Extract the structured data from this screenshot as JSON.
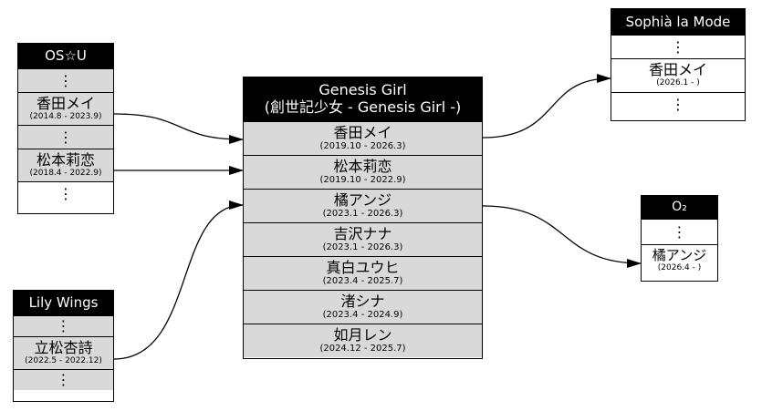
{
  "groups": {
    "genesis_girl": {
      "title_line1": "Genesis Girl",
      "title_line2": "(創世記少女 - Genesis Girl -)",
      "members": [
        {
          "name": "香田メイ",
          "period": "(2019.10 - 2026.3)"
        },
        {
          "name": "松本莉恋",
          "period": "(2019.10 - 2022.9)"
        },
        {
          "name": "橘アンジ",
          "period": "(2023.1 - 2026.3)"
        },
        {
          "name": "吉沢ナナ",
          "period": "(2023.1 - 2026.3)"
        },
        {
          "name": "真白ユウヒ",
          "period": "(2023.4 - 2025.7)"
        },
        {
          "name": "渚シナ",
          "period": "(2023.4 - 2024.9)"
        },
        {
          "name": "如月レン",
          "period": "(2024.12 - 2025.7)"
        }
      ]
    },
    "os_u": {
      "title": "OS☆U",
      "ellipsis": "⋮",
      "members": [
        {
          "name": "香田メイ",
          "period": "(2014.8 - 2023.9)"
        },
        {
          "name": "松本莉恋",
          "period": "(2018.4 - 2022.9)"
        }
      ]
    },
    "lily_wings": {
      "title": "Lily Wings",
      "ellipsis": "⋮",
      "members": [
        {
          "name": "立松杏詩",
          "period": "(2022.5 - 2022.12)"
        }
      ]
    },
    "sophia_la_mode": {
      "title": "Sophià la Mode",
      "ellipsis": "⋮",
      "members": [
        {
          "name": "香田メイ",
          "period": "(2026.1 - )"
        }
      ]
    },
    "o2": {
      "title": "O₂",
      "ellipsis": "⋮",
      "members": [
        {
          "name": "橘アンジ",
          "period": "(2026.4 - )"
        }
      ]
    }
  },
  "colors": {
    "header_bg": "#000000",
    "header_text": "#ffffff",
    "cell_bg": "#d9d9d9",
    "line": "#000000"
  }
}
